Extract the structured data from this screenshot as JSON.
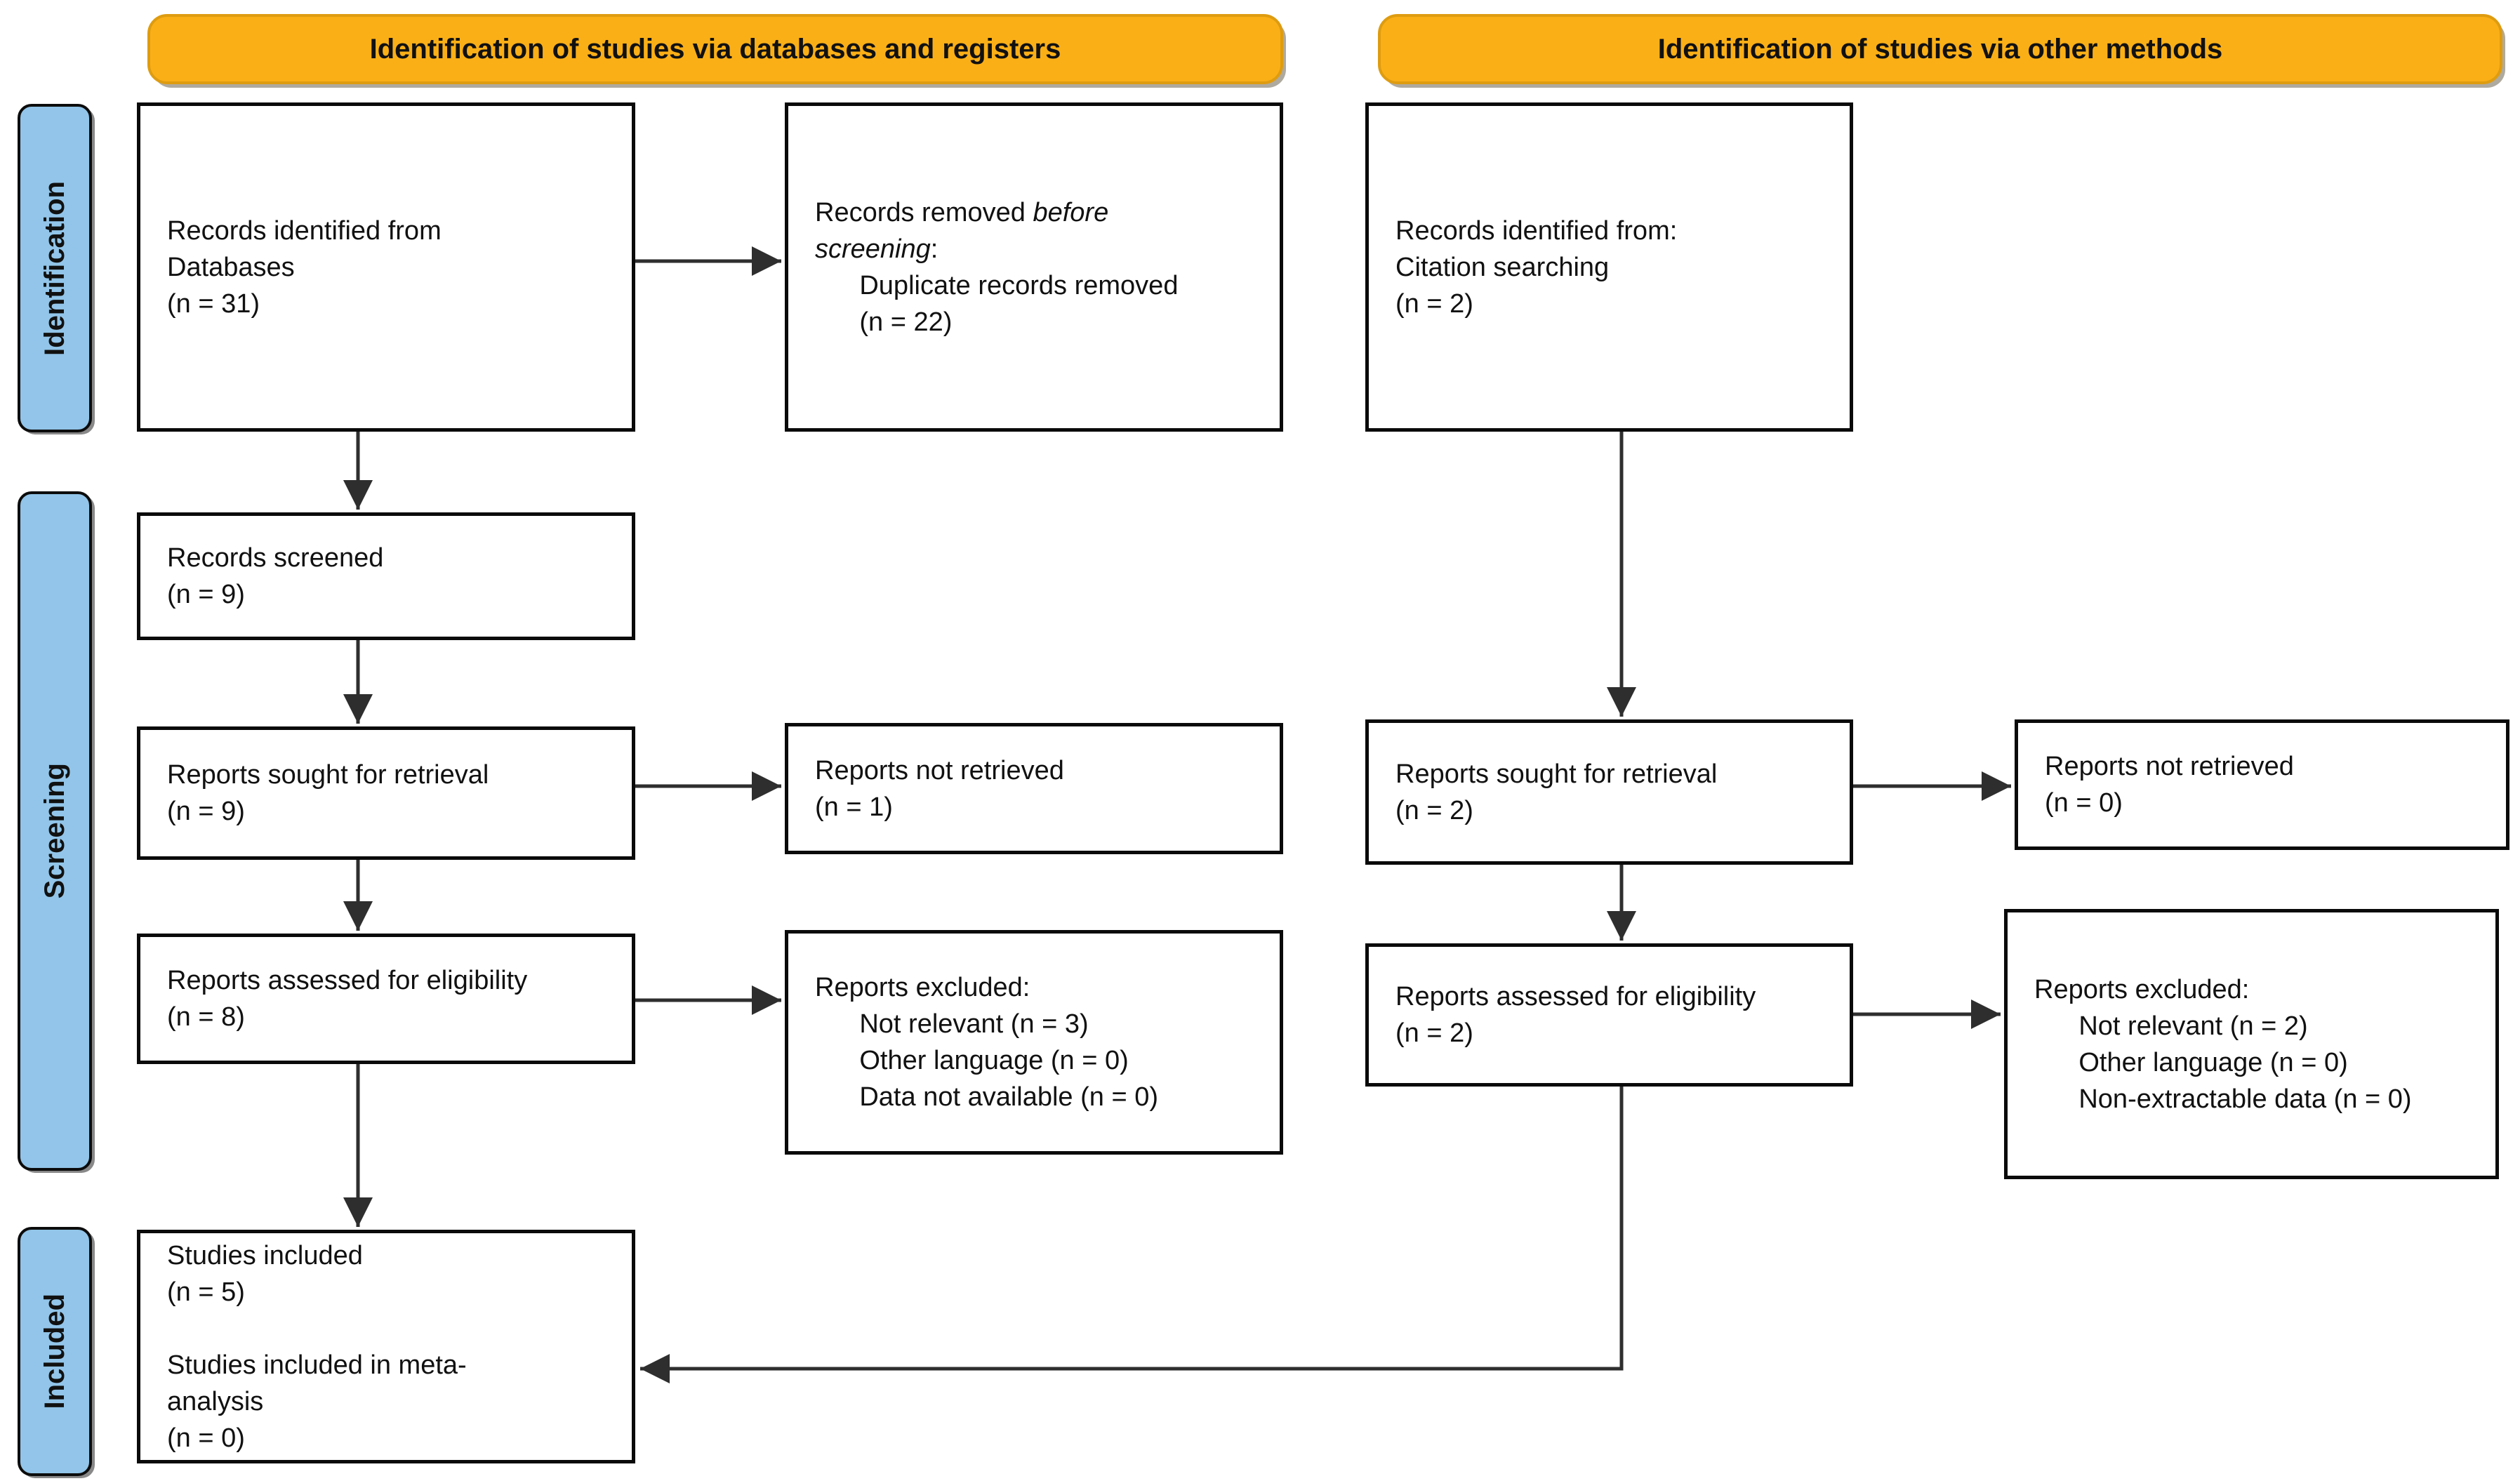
{
  "banners": {
    "databases": {
      "label": "Identification of studies via databases and registers"
    },
    "other": {
      "label": "Identification of studies via other methods"
    }
  },
  "sidebar": {
    "identification": {
      "label": "Identification"
    },
    "screening": {
      "label": "Screening"
    },
    "included": {
      "label": "Included"
    }
  },
  "boxes": {
    "records_identified_db": {
      "text": "Records identified from\nDatabases\n(n = 31)"
    },
    "records_removed": {
      "normal1": "Records removed ",
      "italic1": "before",
      "italic2": "screening",
      "normal2": ":",
      "rest": "      Duplicate records removed\n      (n = 22)"
    },
    "records_screened": {
      "text": "Records screened\n(n = 9)"
    },
    "reports_sought_db": {
      "text": "Reports sought for retrieval\n(n = 9)"
    },
    "reports_not_retrieved_db": {
      "text": "Reports not retrieved\n(n = 1)"
    },
    "reports_assessed_db": {
      "text": "Reports assessed for eligibility\n(n = 8)"
    },
    "reports_excluded_db": {
      "text": "Reports excluded:\n      Not relevant (n = 3)\n      Other language (n = 0)\n      Data not available (n = 0)"
    },
    "records_identified_other": {
      "text": "Records identified from:\nCitation searching\n(n = 2)"
    },
    "reports_sought_other": {
      "text": "Reports sought for retrieval\n(n = 2)"
    },
    "reports_not_retrieved_other": {
      "text": "Reports not retrieved\n(n = 0)"
    },
    "reports_assessed_other": {
      "text": "Reports assessed for eligibility\n(n = 2)"
    },
    "reports_excluded_other": {
      "text": "Reports excluded:\n      Not relevant (n = 2)\n      Other language (n = 0)\n      Non-extractable data (n = 0)"
    },
    "studies_included": {
      "text": "Studies included\n(n = 5)\n\nStudies included in meta-\nanalysis\n(n = 0)"
    }
  },
  "colors": {
    "banner": "#FAAF17",
    "banner_border": "#DE9C10",
    "sidebar": "#92C5E9",
    "box_border": "#0A0A0A",
    "arrow": "#2E2E2E",
    "text": "#111111"
  }
}
